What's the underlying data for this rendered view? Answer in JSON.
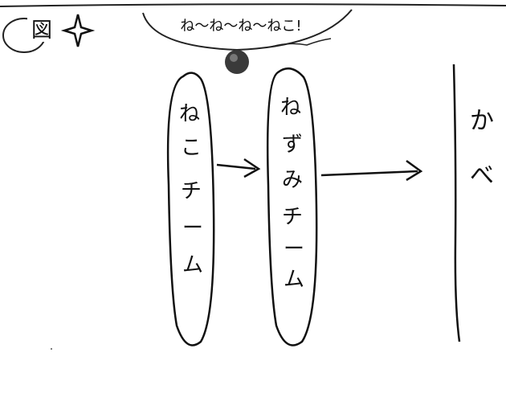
{
  "header": {
    "figure_label": "図",
    "icon": "sparkle-icon",
    "banner_text": "ね〜ね〜ね〜ねこ!"
  },
  "teams": [
    {
      "chars": [
        "ね",
        "こ",
        "チ",
        "ー",
        "ム"
      ]
    },
    {
      "chars": [
        "ね",
        "ず",
        "み",
        "チ",
        "ー",
        "ム"
      ]
    }
  ],
  "wall": {
    "chars": [
      "か",
      "べ"
    ]
  },
  "colors": {
    "ink": "#111111",
    "ball": "#3a3a3a",
    "background": "#ffffff"
  }
}
